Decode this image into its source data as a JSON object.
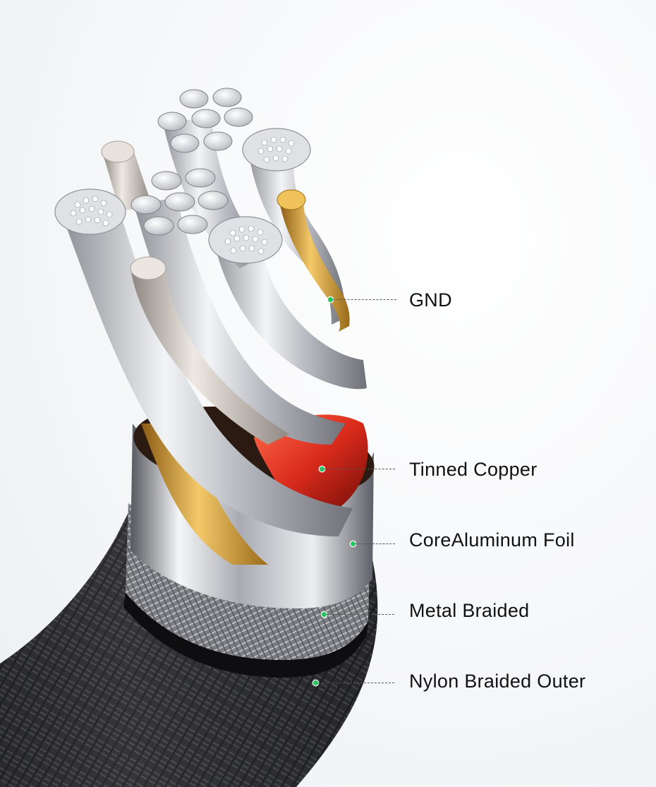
{
  "labels": {
    "gnd": "GND",
    "tinned_copper": "Tinned Copper",
    "aluminum_foil": "CoreAluminum Foil",
    "metal_braided": "Metal Braided",
    "nylon_outer": "Nylon Braided Outer"
  },
  "colors": {
    "dot": "#22c55e",
    "leader": "#555555",
    "label_text": "#111111",
    "silver": "#c9ccd1",
    "gold": "#d9a23a",
    "red_insulation": "#d92b1c",
    "nylon_black": "#1c1c1e"
  }
}
